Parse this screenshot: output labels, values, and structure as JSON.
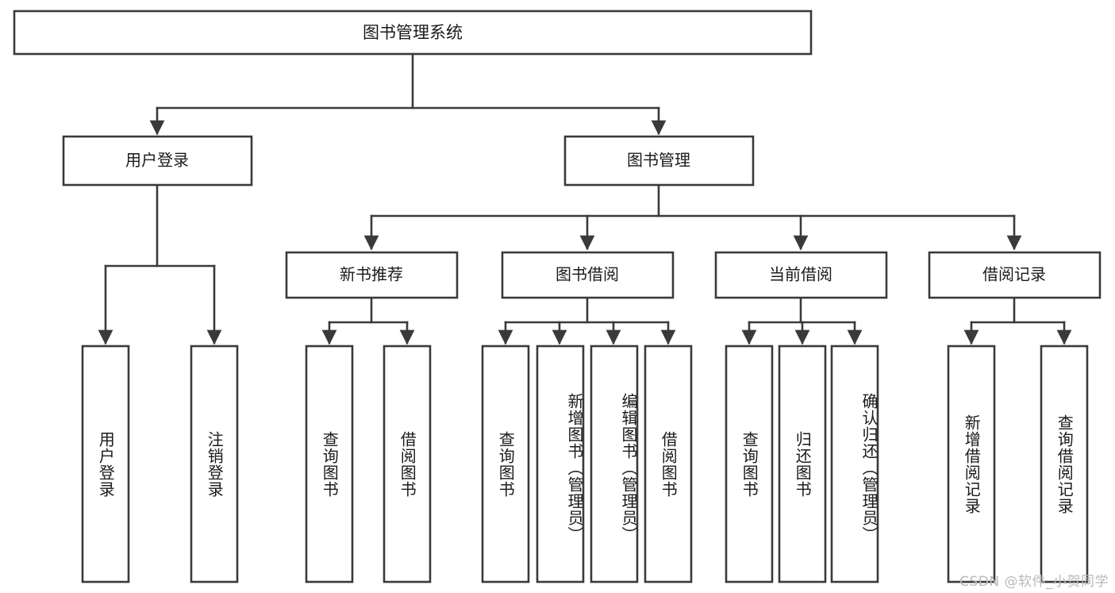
{
  "diagram": {
    "title": "图书管理系统",
    "type": "hierarchy-tree",
    "watermark": "CSDN @软件_小贺同学",
    "colors": {
      "stroke": "#3a3a3a",
      "fill": "#ffffff",
      "text": "#1a1a1a",
      "watermark": "#b9b9b9"
    },
    "levels": {
      "root": {
        "label": "图书管理系统"
      },
      "level1": [
        {
          "label": "用户登录"
        },
        {
          "label": "图书管理"
        }
      ],
      "level2": [
        {
          "label": "新书推荐"
        },
        {
          "label": "图书借阅"
        },
        {
          "label": "当前借阅"
        },
        {
          "label": "借阅记录"
        }
      ]
    },
    "nodes": {
      "root": "图书管理系统",
      "user_login": "用户登录",
      "book_manage": "图书管理",
      "new_book_rec": "新书推荐",
      "book_borrow": "图书借阅",
      "current_borrow": "当前借阅",
      "borrow_record": "借阅记录"
    },
    "leaves": {
      "user_login": [
        "用户登录",
        "注销登录"
      ],
      "new_book_rec": [
        "查询图书",
        "借阅图书"
      ],
      "book_borrow": [
        "查询图书",
        "新增图书（管理员）",
        "编辑图书（管理员）",
        "借阅图书"
      ],
      "current_borrow": [
        "查询图书",
        "归还图书",
        "确认归还（管理员）"
      ],
      "borrow_record": [
        "新增借阅记录",
        "查询借阅记录"
      ]
    }
  }
}
